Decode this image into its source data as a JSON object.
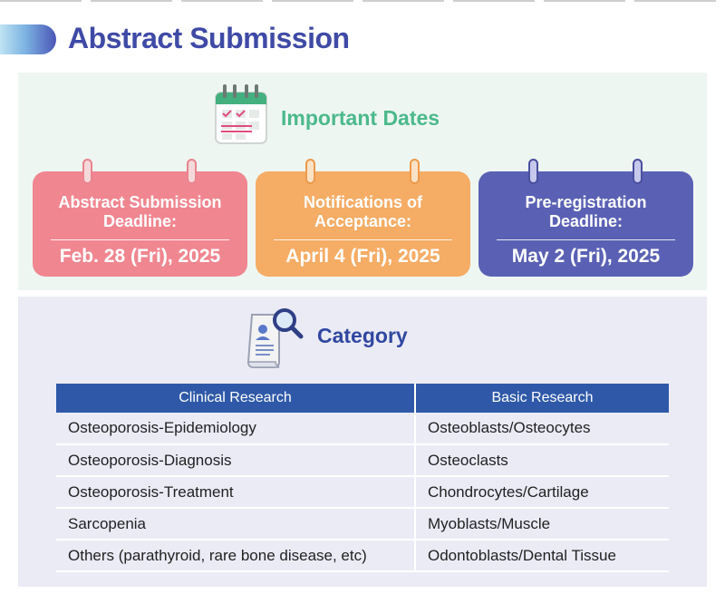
{
  "header": {
    "title": "Abstract Submission"
  },
  "dates": {
    "heading": "Important Dates",
    "cards": [
      {
        "label": "Abstract Submission Deadline:",
        "date": "Feb. 28 (Fri), 2025"
      },
      {
        "label": "Notifications of Acceptance:",
        "date": "April 4 (Fri), 2025"
      },
      {
        "label": "Pre-registration Deadline:",
        "date": "May 2 (Fri), 2025"
      }
    ]
  },
  "category": {
    "heading": "Category",
    "columns": [
      "Clinical Research",
      "Basic Research"
    ],
    "rows": [
      [
        "Osteoporosis-Epidemiology",
        "Osteoblasts/Osteocytes"
      ],
      [
        "Osteoporosis-Diagnosis",
        "Osteoclasts"
      ],
      [
        "Osteoporosis-Treatment",
        "Chondrocytes/Cartilage"
      ],
      [
        "Sarcopenia",
        "Myoblasts/Muscle"
      ],
      [
        "Others (parathyroid, rare bone disease, etc)",
        "Odontoblasts/Dental Tissue"
      ]
    ]
  },
  "colors": {
    "title": "#3f4aa6",
    "dates_heading": "#4bb98b",
    "card_pink": "#f08690",
    "card_orange": "#f5ac65",
    "card_purple": "#5a61b4",
    "table_header": "#2f59a8"
  },
  "icons": {
    "dates": "calendar-icon",
    "category": "document-search-icon"
  }
}
